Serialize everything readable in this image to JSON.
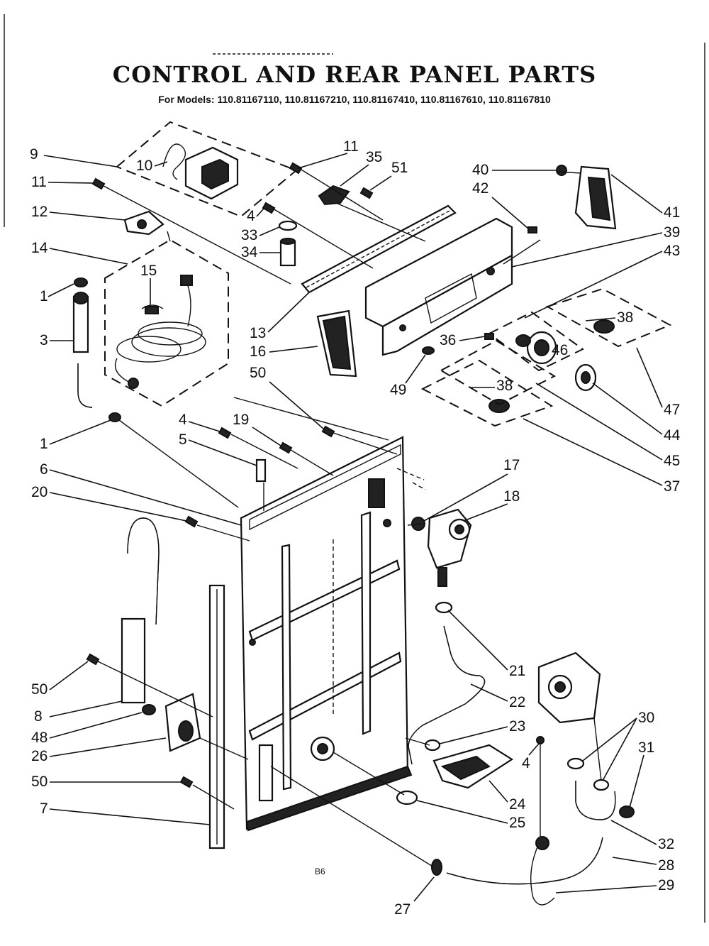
{
  "header": {
    "title": "CONTROL AND REAR PANEL PARTS",
    "subtitle": "For Models: 110.81167110, 110.81167210, 110.81167410, 110.81167610, 110.81167810"
  },
  "footer": {
    "code": "B6"
  },
  "labels": {
    "l1a": "1",
    "l1b": "1",
    "l3": "3",
    "l4a": "4",
    "l4b": "4",
    "l4c": "4",
    "l5": "5",
    "l6": "6",
    "l7": "7",
    "l8": "8",
    "l9": "9",
    "l10": "10",
    "l11a": "11",
    "l11b": "11",
    "l12": "12",
    "l13": "13",
    "l14": "14",
    "l15": "15",
    "l16": "16",
    "l17": "17",
    "l18": "18",
    "l19": "19",
    "l20": "20",
    "l21": "21",
    "l22": "22",
    "l23": "23",
    "l24": "24",
    "l25": "25",
    "l26": "26",
    "l27": "27",
    "l28": "28",
    "l29": "29",
    "l30": "30",
    "l31": "31",
    "l32": "32",
    "l33": "33",
    "l34": "34",
    "l35": "35",
    "l36": "36",
    "l37": "37",
    "l38a": "38",
    "l38b": "38",
    "l39": "39",
    "l40": "40",
    "l41": "41",
    "l42": "42",
    "l43": "43",
    "l44": "44",
    "l45": "45",
    "l46": "46",
    "l47": "47",
    "l48": "48",
    "l49": "49",
    "l50a": "50",
    "l50b": "50",
    "l50c": "50",
    "l51": "51"
  }
}
